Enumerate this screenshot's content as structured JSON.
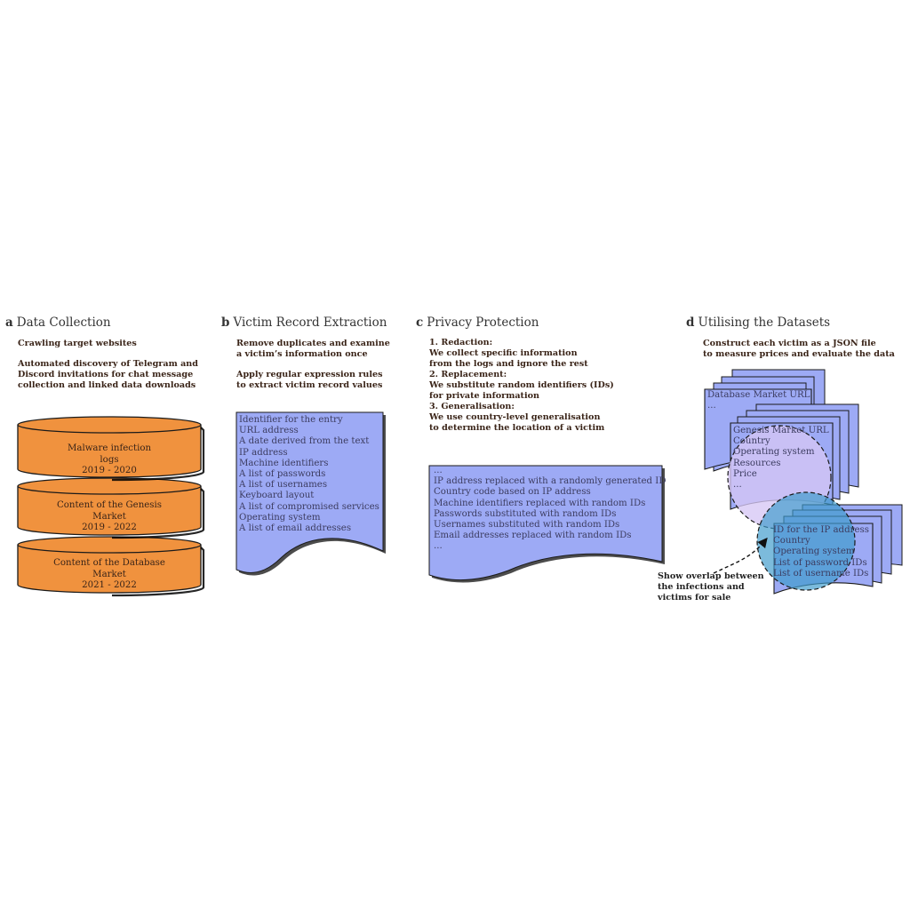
{
  "colors": {
    "cylinder_fill": "#F0923E",
    "document_fill": "#9DAAF5",
    "circle_lilac": "#D6C6F5",
    "circle_teal": "#3E9BCB",
    "stroke": "#1a1a1a"
  },
  "sections": {
    "a": {
      "letter": "a",
      "title": "Data Collection",
      "desc1": "Crawling target websites",
      "desc2": [
        "Automated discovery of Telegram and",
        "Discord invitations for chat message",
        "collection and linked data downloads"
      ],
      "cylinders": [
        [
          "Malware infection",
          "logs",
          "2019 - 2020"
        ],
        [
          "Content of the Genesis",
          "Market",
          "2019 - 2022"
        ],
        [
          "Content of the Database",
          "Market",
          "2021 - 2022"
        ]
      ]
    },
    "b": {
      "letter": "b",
      "title": "Victim Record Extraction",
      "desc1": [
        "Remove duplicates and examine",
        "a victim’s information once"
      ],
      "desc2": [
        "Apply regular expression rules",
        "to extract victim record values"
      ],
      "fields": [
        "Identifier for the entry",
        "URL address",
        "A date derived from the text",
        "IP address",
        "Machine identifiers",
        "A list of passwords",
        "A list of usernames",
        "Keyboard layout",
        "A list of compromised services",
        "Operating system",
        "A list of email addresses"
      ]
    },
    "c": {
      "letter": "c",
      "title": "Privacy Protection",
      "steps": [
        "1.  Redaction:",
        "We collect specific information",
        "from the logs and ignore the rest",
        "2.  Replacement:",
        "We substitute random identifiers (IDs)",
        "for private information",
        "3.  Generalisation:",
        "We use country-level generalisation",
        "to determine the location of a victim"
      ],
      "fields": [
        "...",
        "IP address replaced with a randomly generated ID",
        "Country code based on IP address",
        "Machine identifiers replaced with random IDs",
        "Passwords substituted with random IDs",
        "Usernames substituted with random IDs",
        "Email addresses replaced with random IDs",
        "..."
      ]
    },
    "d": {
      "letter": "d",
      "title": "Utilising the Datasets",
      "desc": [
        "Construct each victim as a JSON file",
        "to measure prices and evaluate the data"
      ],
      "db_doc": [
        "Database Market URL",
        "..."
      ],
      "genesis_doc": [
        "Genesis Market URL",
        "Country",
        "Operating system",
        "Resources",
        "Price",
        "..."
      ],
      "logs_doc": [
        "ID for the IP address",
        "Country",
        "Operating system",
        "List of password IDs",
        "List of username IDs"
      ],
      "annotation": [
        "Show overlap between",
        "the infections and",
        "victims for sale"
      ]
    }
  }
}
